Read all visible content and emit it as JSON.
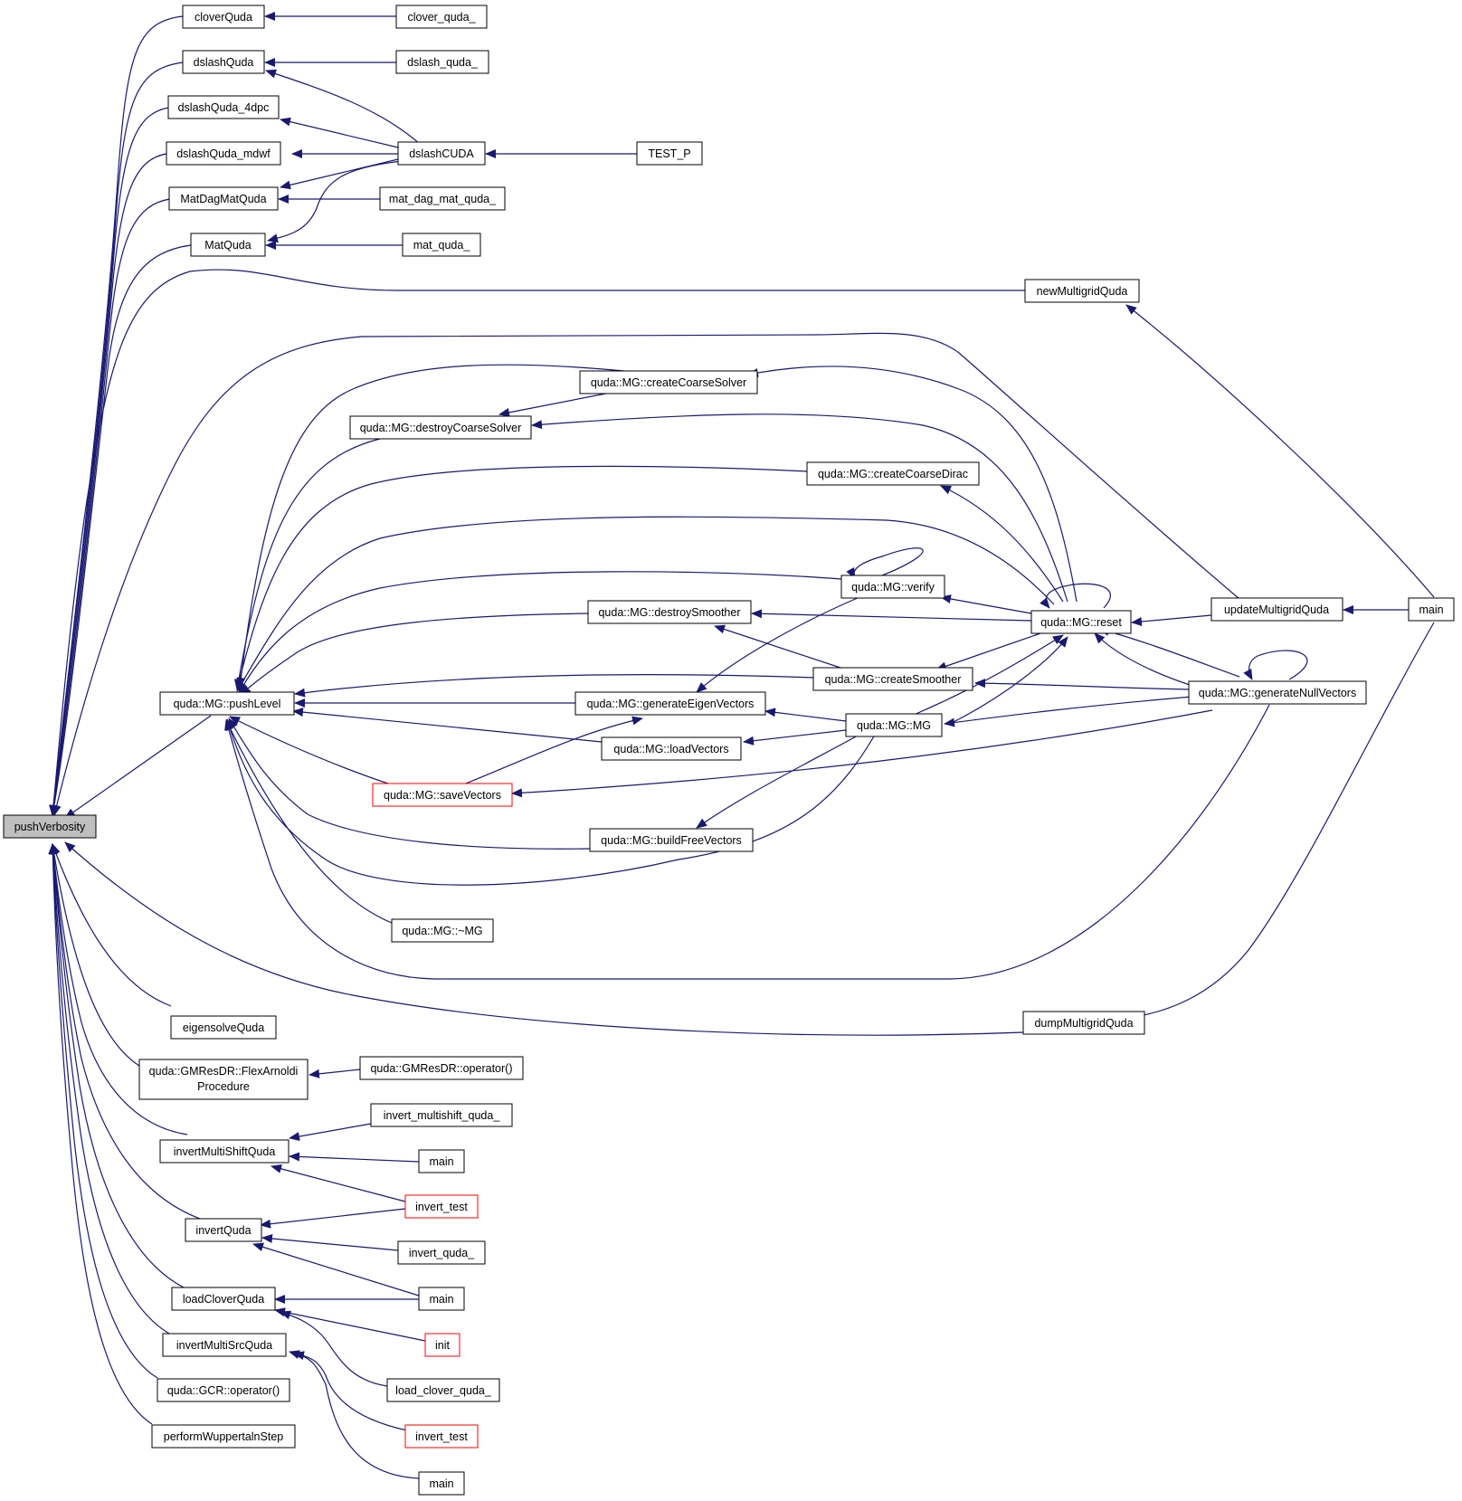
{
  "colors": {
    "edge": "#191970",
    "border": "#000000",
    "highlight_border": "#ff0000",
    "root_fill": "#bfbfbf",
    "node_fill": "#ffffff"
  },
  "nodes": {
    "pushVerbosity": "pushVerbosity",
    "cloverQuda": "cloverQuda",
    "dslashQuda": "dslashQuda",
    "dslashQuda_4dpc": "dslashQuda_4dpc",
    "dslashQuda_mdwf": "dslashQuda_mdwf",
    "MatDagMatQuda": "MatDagMatQuda",
    "MatQuda": "MatQuda",
    "clover_quda_": "clover_quda_",
    "dslash_quda_": "dslash_quda_",
    "dslashCUDA": "dslashCUDA",
    "TEST_P": "TEST_P",
    "mat_dag_mat_quda_": "mat_dag_mat_quda_",
    "mat_quda_": "mat_quda_",
    "newMultigridQuda": "newMultigridQuda",
    "createCoarseSolver": "quda::MG::createCoarseSolver",
    "destroyCoarseSolver": "quda::MG::destroyCoarseSolver",
    "createCoarseDirac": "quda::MG::createCoarseDirac",
    "verify": "quda::MG::verify",
    "destroySmoother": "quda::MG::destroySmoother",
    "reset": "quda::MG::reset",
    "updateMultigridQuda": "updateMultigridQuda",
    "main_right": "main",
    "pushLevel": "quda::MG::pushLevel",
    "createSmoother": "quda::MG::createSmoother",
    "generateNullVectors": "quda::MG::generateNullVectors",
    "generateEigenVectors": "quda::MG::generateEigenVectors",
    "MG": "quda::MG::MG",
    "loadVectors": "quda::MG::loadVectors",
    "saveVectors": "quda::MG::saveVectors",
    "buildFreeVectors": "quda::MG::buildFreeVectors",
    "MG_dtor": "quda::MG::~MG",
    "dumpMultigridQuda": "dumpMultigridQuda",
    "eigensolveQuda": "eigensolveQuda",
    "flex_line1": "quda::GMResDR::FlexArnoldi",
    "flex_line2": "Procedure",
    "gmresdr_op": "quda::GMResDR::operator()",
    "invertMultiShiftQuda": "invertMultiShiftQuda",
    "invert_multishift_quda_": "invert_multishift_quda_",
    "main_a": "main",
    "invert_test_a": "invert_test",
    "invertQuda": "invertQuda",
    "invert_quda_": "invert_quda_",
    "main_b": "main",
    "loadCloverQuda": "loadCloverQuda",
    "init": "init",
    "load_clover_quda_": "load_clover_quda_",
    "invertMultiSrcQuda": "invertMultiSrcQuda",
    "invert_test_b": "invert_test",
    "main_c": "main",
    "gcr_op": "quda::GCR::operator()",
    "performWuppertalnStep": "performWuppertalnStep"
  }
}
